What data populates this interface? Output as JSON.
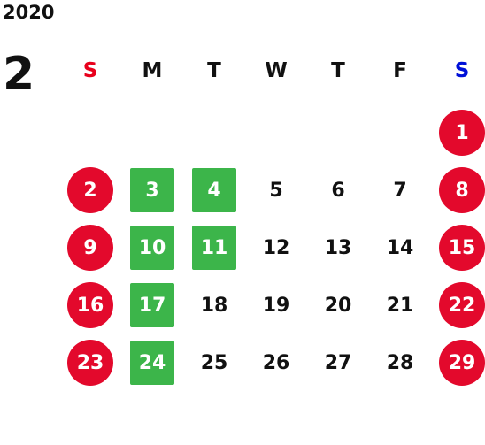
{
  "year": "2020",
  "month": "2",
  "weekdays": [
    "S",
    "M",
    "T",
    "W",
    "T",
    "F",
    "S"
  ],
  "colors": {
    "sunday_header": "#e8001c",
    "saturday_header": "#0010d8",
    "holiday_circle": "#e3092c",
    "highlight_green": "#3cb54a"
  },
  "weeks": [
    [
      null,
      null,
      null,
      null,
      null,
      null,
      {
        "n": "1",
        "style": "holiday"
      }
    ],
    [
      {
        "n": "2",
        "style": "holiday"
      },
      {
        "n": "3",
        "style": "green"
      },
      {
        "n": "4",
        "style": "green"
      },
      {
        "n": "5",
        "style": "plain"
      },
      {
        "n": "6",
        "style": "plain"
      },
      {
        "n": "7",
        "style": "plain"
      },
      {
        "n": "8",
        "style": "holiday"
      }
    ],
    [
      {
        "n": "9",
        "style": "holiday"
      },
      {
        "n": "10",
        "style": "green"
      },
      {
        "n": "11",
        "style": "green"
      },
      {
        "n": "12",
        "style": "plain"
      },
      {
        "n": "13",
        "style": "plain"
      },
      {
        "n": "14",
        "style": "plain"
      },
      {
        "n": "15",
        "style": "holiday"
      }
    ],
    [
      {
        "n": "16",
        "style": "holiday"
      },
      {
        "n": "17",
        "style": "green"
      },
      {
        "n": "18",
        "style": "plain"
      },
      {
        "n": "19",
        "style": "plain"
      },
      {
        "n": "20",
        "style": "plain"
      },
      {
        "n": "21",
        "style": "plain"
      },
      {
        "n": "22",
        "style": "holiday"
      }
    ],
    [
      {
        "n": "23",
        "style": "holiday"
      },
      {
        "n": "24",
        "style": "green"
      },
      {
        "n": "25",
        "style": "plain"
      },
      {
        "n": "26",
        "style": "plain"
      },
      {
        "n": "27",
        "style": "plain"
      },
      {
        "n": "28",
        "style": "plain"
      },
      {
        "n": "29",
        "style": "holiday"
      }
    ]
  ]
}
